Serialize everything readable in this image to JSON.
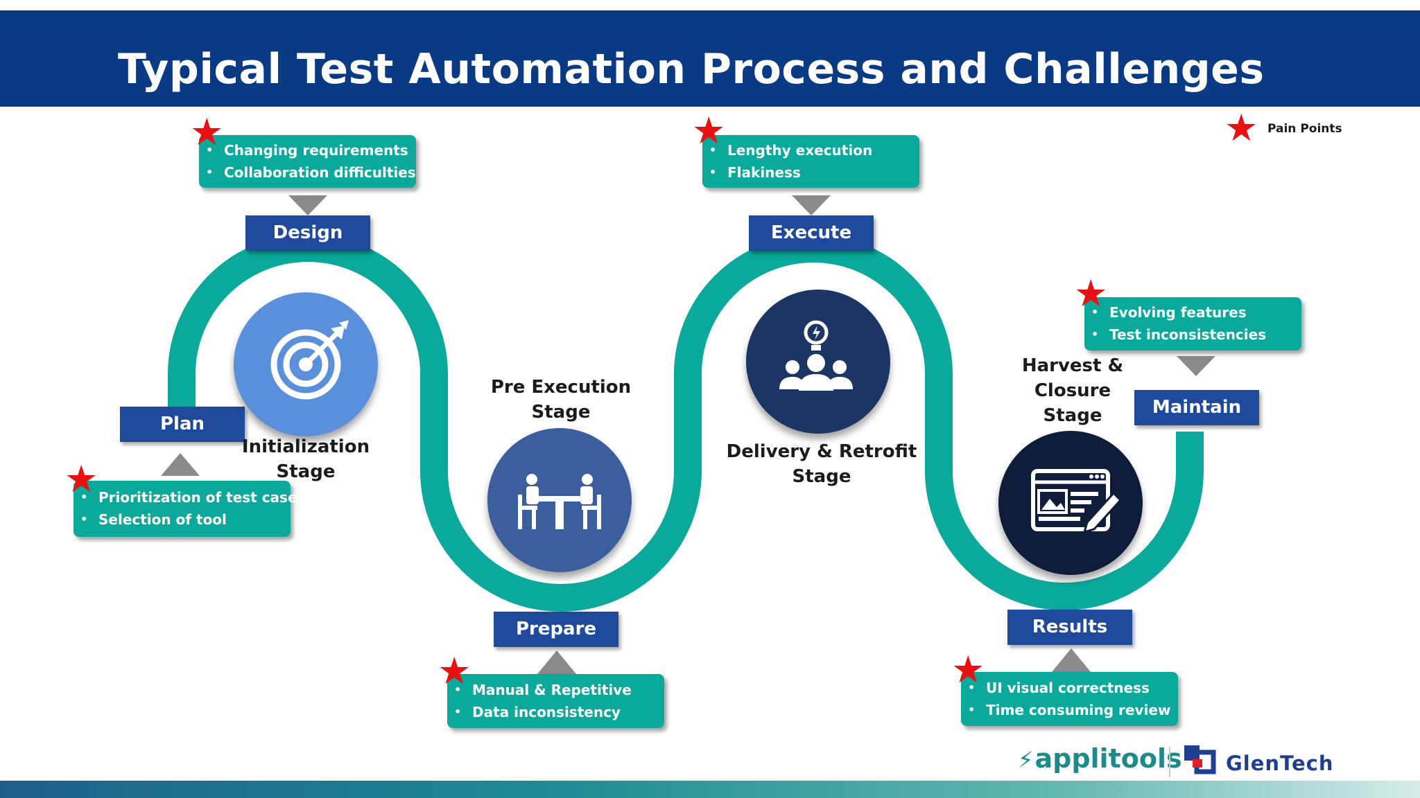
{
  "title": "Typical Test Automation Process and Challenges",
  "legend": {
    "label": "Pain Points"
  },
  "colors": {
    "header": "#0b3a85",
    "path": "#0aa99b",
    "stage_button": "#1f4a9c",
    "star": "#e81010",
    "pain_box": "#0aa99b"
  },
  "steps": {
    "design": {
      "label": "Design",
      "pain_points": [
        "Changing requirements",
        "Collaboration difficulties"
      ]
    },
    "execute": {
      "label": "Execute",
      "pain_points": [
        "Lengthy execution",
        "Flakiness"
      ]
    },
    "maintain": {
      "label": "Maintain",
      "pain_points": [
        "Evolving features",
        "Test inconsistencies"
      ]
    },
    "plan": {
      "label": "Plan",
      "pain_points": [
        "Prioritization of test cases",
        "Selection of tool"
      ]
    },
    "prepare": {
      "label": "Prepare",
      "pain_points": [
        "Manual & Repetitive",
        "Data inconsistency"
      ]
    },
    "results": {
      "label": "Results",
      "pain_points": [
        "UI visual correctness",
        "Time consuming review"
      ]
    }
  },
  "stages": {
    "initialization": {
      "line1": "Initialization",
      "line2": "Stage",
      "icon": "target-icon"
    },
    "pre_execution": {
      "line1": "Pre Execution",
      "line2": "Stage",
      "icon": "meeting-icon"
    },
    "delivery": {
      "line1": "Delivery & Retrofit",
      "line2": "Stage",
      "icon": "team-idea-icon"
    },
    "harvest": {
      "line1": "Harvest &",
      "line2": "Closure",
      "line3": "Stage",
      "icon": "web-editor-icon"
    }
  },
  "logos": {
    "applitools": "applitools",
    "glentech": "GlenTech"
  }
}
